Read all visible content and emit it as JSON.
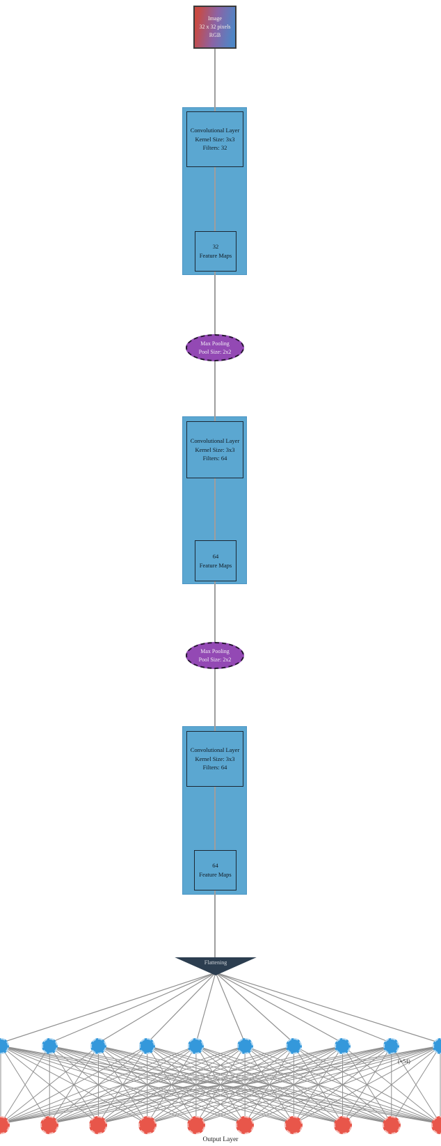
{
  "diagram": {
    "input_node": {
      "label": "Image\n32 x 32 pixels\nRGB",
      "gradient_from": "#c94a42",
      "gradient_to": "#4e86c6"
    },
    "conv_blocks": [
      {
        "conv_label": "Convolutional Layer\nKernel Size: 3x3\nFilters: 32",
        "feature_label": "32\nFeature Maps"
      },
      {
        "conv_label": "Convolutional Layer\nKernel Size: 3x3\nFilters: 64",
        "feature_label": "64\nFeature Maps"
      },
      {
        "conv_label": "Convolutional Layer\nKernel Size: 3x3\nFilters: 64",
        "feature_label": "64\nFeature Maps"
      }
    ],
    "pooling_nodes": [
      {
        "label": "Max Pooling\nPool Size: 2x2"
      },
      {
        "label": "Max Pooling\nPool Size: 2x2"
      }
    ],
    "flatten_node": {
      "label": "Flattening"
    },
    "hidden_layer": {
      "visible_nodes": 10,
      "overflow_label": "(+54)",
      "node_color": "#3498db"
    },
    "output_layer": {
      "visible_nodes": 10,
      "caption": "Output Layer",
      "node_color": "#e8564a"
    },
    "colors": {
      "conv_block_fill": "#5ba7d1",
      "conv_block_border": "#4d96c4",
      "pooling_fill": "#9349b4",
      "flatten_fill": "#2c3e50",
      "connector": "#919191"
    }
  }
}
